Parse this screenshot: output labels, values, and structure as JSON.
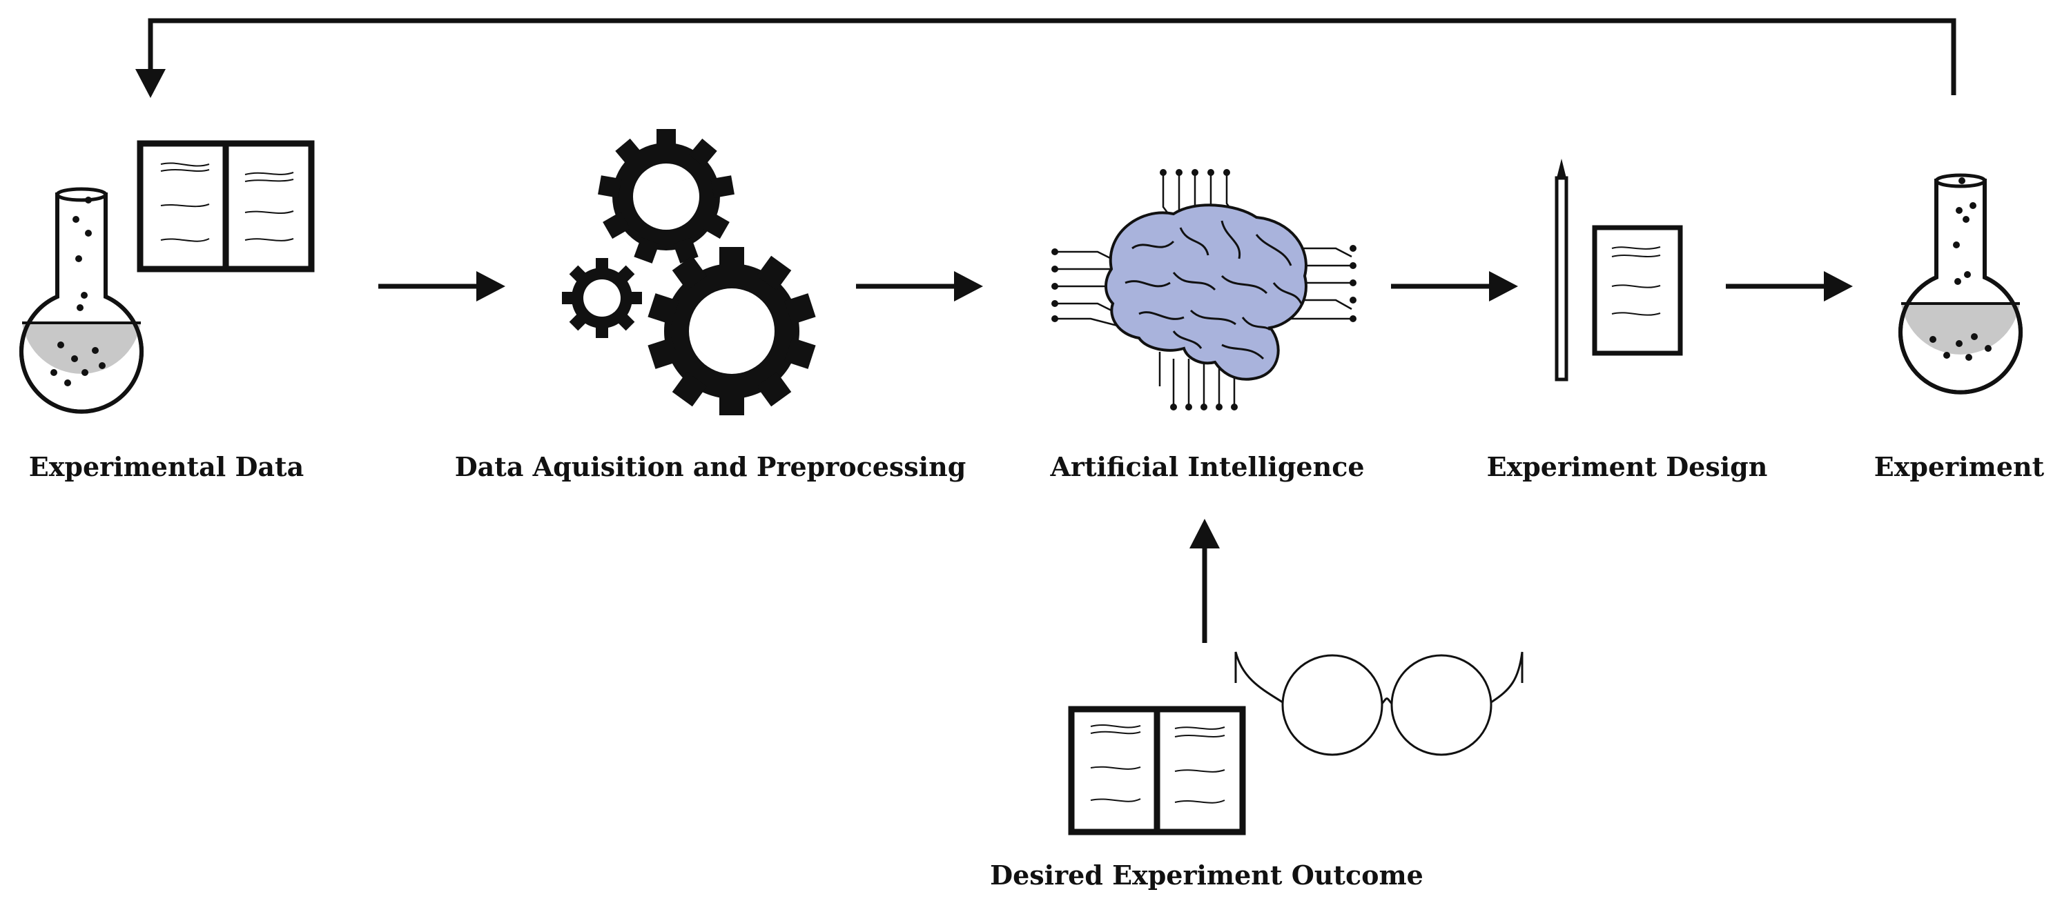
{
  "labels": {
    "experimental_data": "Experimental Data",
    "data_acquisition": "Data Aquisition and Preprocessing",
    "artificial_intelligence": "Artificial Intelligence",
    "experiment_design": "Experiment Design",
    "experiment": "Experiment",
    "desired_outcome": "Desired Experiment Outcome"
  },
  "icons": {
    "flask_left": "flask-icon",
    "book_top": "open-book-icon",
    "gears": "gears-icon",
    "brain": "brain-circuit-icon",
    "pen": "pen-icon",
    "paper": "paper-icon",
    "flask_right": "flask-icon",
    "book_bottom": "open-book-icon",
    "glasses": "glasses-icon"
  },
  "colors": {
    "brain_fill": "#a9b3dc",
    "liquid_fill": "#c8c8c8",
    "ink": "#111111"
  }
}
